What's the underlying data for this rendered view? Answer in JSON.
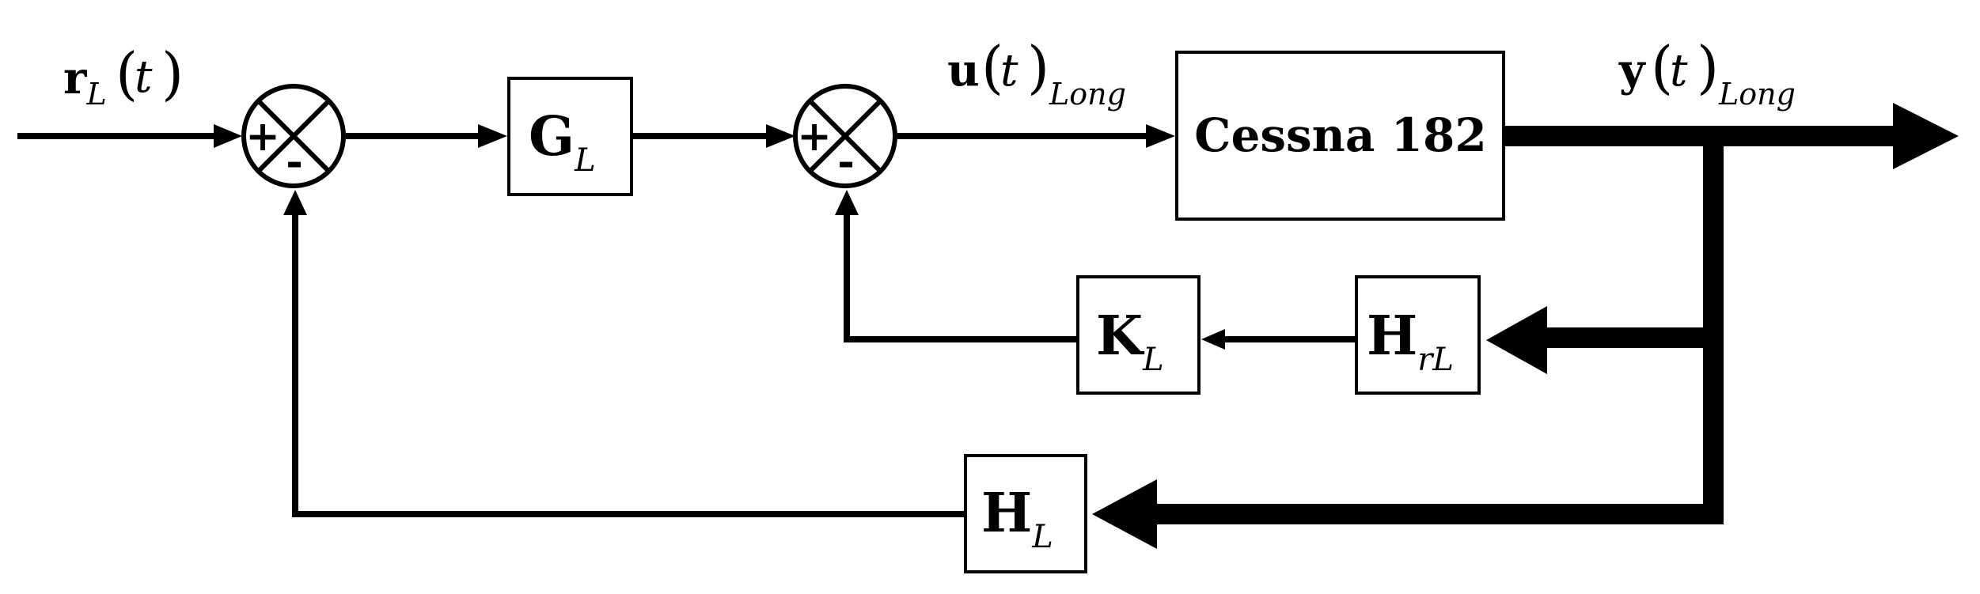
{
  "signals": {
    "input": {
      "main": "r",
      "sub": "L",
      "arg": "t"
    },
    "control": {
      "main": "u",
      "arg": "t",
      "sub": "Long"
    },
    "output": {
      "main": "y",
      "arg": "t",
      "sub": "Long"
    }
  },
  "blocks": {
    "gain": {
      "main": "G",
      "sub": "L"
    },
    "plant": {
      "label": "Cessna 182"
    },
    "inner_gain": {
      "main": "K",
      "sub": "L"
    },
    "inner_sensor": {
      "main": "H",
      "sub": "rL"
    },
    "outer_sensor": {
      "main": "H",
      "sub": "L"
    }
  },
  "summers": {
    "outer": {
      "plus": "+",
      "minus": "-"
    },
    "inner": {
      "plus": "+",
      "minus": "-"
    }
  },
  "colors": {
    "line": "#000000",
    "background": "#ffffff"
  }
}
